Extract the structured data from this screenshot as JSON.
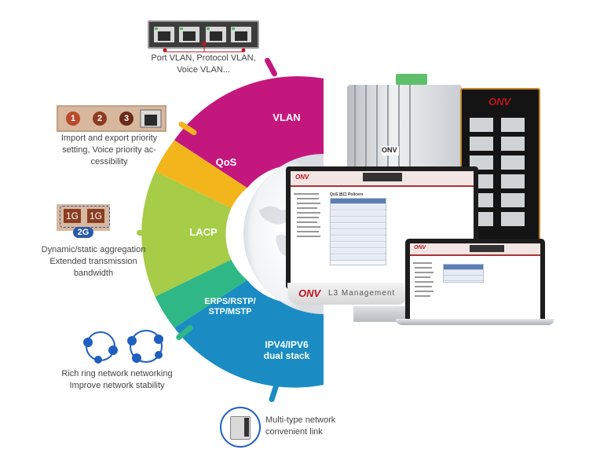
{
  "segments": {
    "vlan": "VLAN",
    "qos": "QoS",
    "lacp": "LACP",
    "erps_line1": "ERPS/RSTP/",
    "erps_line2": "STP/MSTP",
    "ipv_line1": "IPV4/IPV6",
    "ipv_line2": "dual stack"
  },
  "features": {
    "vlan_line1": "Port VLAN, Protocol VLAN,",
    "vlan_line2": "Voice VLAN...",
    "qos_line1": "Import and export priority",
    "qos_line2": "setting, Voice priority ac-",
    "qos_line3": "cessibility",
    "qos_numbers": [
      "1",
      "2",
      "3"
    ],
    "lacp_tags": [
      "1G",
      "1G"
    ],
    "lacp_total": "2G",
    "lacp_line1": "Dynamic/static aggregation",
    "lacp_line2": "Extended transmission",
    "lacp_line3": "bandwidth",
    "ring_line1": "Rich ring network networking",
    "ring_line2": "Improve network stability",
    "multi_line1": "Multi-type network",
    "multi_line2": "convenient link"
  },
  "product": {
    "brand": "ONV",
    "management_label": "L3 Management",
    "screen_title": "QoS 出口 Policers"
  },
  "colors": {
    "vlan": "#c4177e",
    "qos": "#f2b51c",
    "lacp": "#a6cc48",
    "erps": "#2fb886",
    "ipv": "#1a8cc3",
    "brand_red": "#c0141b"
  }
}
